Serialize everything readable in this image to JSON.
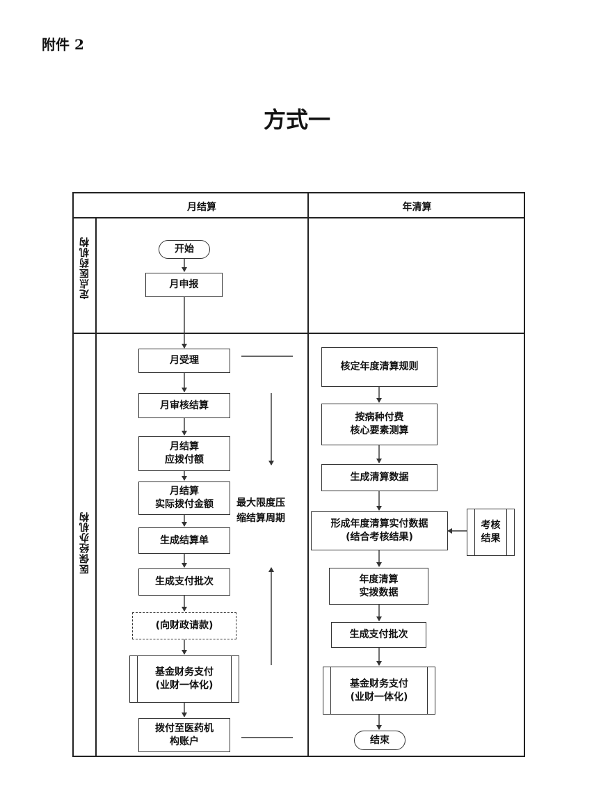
{
  "attachment_label": "附件 2",
  "title": "方式一",
  "columns": {
    "monthly": "月结算",
    "annual": "年清算"
  },
  "lanes": {
    "institution": "定点医药机构",
    "agency": "医保经办机构"
  },
  "left_flow": {
    "start": "开始",
    "month_report": "月申报",
    "month_accept": "月受理",
    "month_audit": "月审核结算",
    "month_payable": "月结算\n应拨付额",
    "month_actual": "月结算\n实际拨付金额",
    "gen_statement": "生成结算单",
    "gen_batch": "生成支付批次",
    "request_funds": "(向财政请款)",
    "fund_payment": "基金财务支付\n(业财一体化)",
    "transfer_account": "拨付至医药机\n构账户"
  },
  "cycle_note": "最大限度压\n缩结算周期",
  "right_flow": {
    "rules": "核定年度清算规则",
    "calc": "按病种付费\n核心要素测算",
    "gen_data": "生成清算数据",
    "form_data": "形成年度清算实付数据\n(结合考核结果)",
    "assessment": "考核\n结果",
    "actual_data": "年度清算\n实拨数据",
    "gen_batch": "生成支付批次",
    "fund_payment": "基金财务支付\n(业财一体化)",
    "end": "结束"
  }
}
